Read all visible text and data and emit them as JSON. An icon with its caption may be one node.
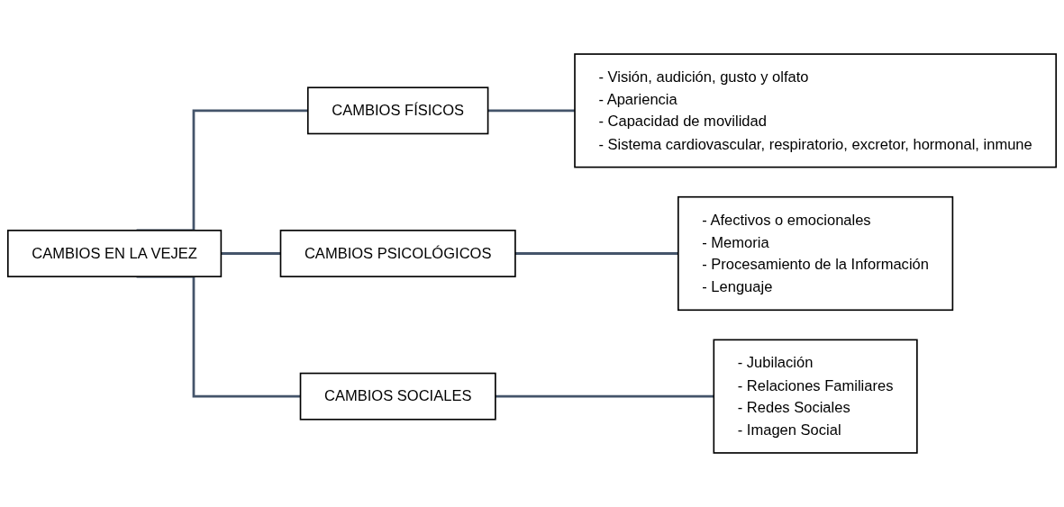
{
  "diagram": {
    "nodes": [
      {
        "text": [
          "CAMBIOS EN LA VEJEZ"
        ]
      },
      {
        "text": [
          "CAMBIOS FÍSICOS"
        ]
      },
      {
        "text": [
          "- Visión, audición, gusto y olfato",
          "- Apariencia",
          "- Capacidad de movilidad",
          "- Sistema cardiovascular, respiratorio, excretor, hormonal, inmune"
        ]
      },
      {
        "text": [
          "CAMBIOS PSICOLÓGICOS"
        ]
      },
      {
        "text": [
          "- Afectivos o emocionales",
          "- Memoria",
          "- Procesamiento de la Información",
          "- Lenguaje"
        ]
      },
      {
        "text": [
          "CAMBIOS SOCIALES"
        ]
      },
      {
        "text": [
          "- Jubilación",
          "- Relaciones Familiares",
          "- Redes Sociales",
          "- Imagen Social"
        ]
      }
    ],
    "edges": [
      {
        "from": 0,
        "to": 1,
        "arrow": "none"
      },
      {
        "from": 0,
        "to": 3,
        "arrow": "none"
      },
      {
        "from": 0,
        "to": 5,
        "arrow": "none"
      },
      {
        "from": 1,
        "to": 2,
        "arrow": "none"
      },
      {
        "from": 3,
        "to": 4,
        "arrow": "none"
      },
      {
        "from": 5,
        "to": 6,
        "arrow": "none"
      }
    ]
  }
}
